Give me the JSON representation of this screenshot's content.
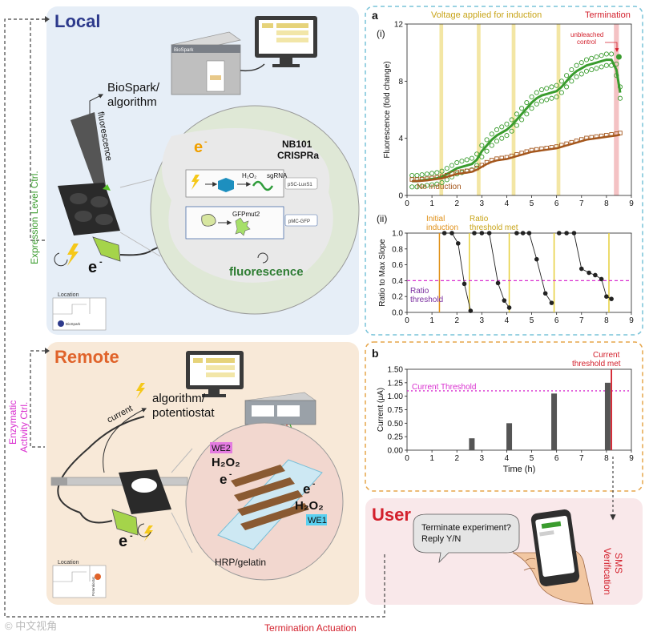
{
  "panels": {
    "local": {
      "title": "Local",
      "biospark_label": "BioSpark",
      "algorithm_label_1": "BioSpark/",
      "algorithm_label_2": "algorithm",
      "fluorescence_label": "fluorescence",
      "electron": "e",
      "strain_1": "NB101",
      "strain_2": "CRISPRa",
      "h2o2": "H₂O₂",
      "sgrna": "sgRNA",
      "plasmid_1": "pSC-LuxS1",
      "gfp": "GFPmut2",
      "plasmid_2": "pMC-GFP",
      "fluorescence_output": "fluorescence",
      "location": "Location",
      "location_tag": "BioSpark"
    },
    "remote": {
      "title": "Remote",
      "current_label": "current",
      "algorithm_label_1": "algorithm/",
      "algorithm_label_2": "potentiostat",
      "we2": "WE2",
      "we1": "WE1",
      "h2o2": "H₂O₂",
      "electron": "e",
      "hrp": "HRP/gelatin",
      "location": "Location",
      "location_tag": "Potentiostat"
    },
    "user": {
      "title": "User",
      "bubble_1": "Terminate experiment?",
      "bubble_2": "Reply Y/N",
      "sms_1": "SMS",
      "sms_2": "Verification"
    }
  },
  "side_labels": {
    "expression": "Expression Level Ctrl.",
    "enzymatic_1": "Enzymatic",
    "enzymatic_2": "Activity Ctrl.",
    "termination": "Termination Actuation"
  },
  "watermark": "© 中文视角",
  "colors": {
    "local_bg": "#e6eef7",
    "remote_bg": "#f8e9d8",
    "user_bg": "#f9e8ea",
    "green": "#3a9c2e",
    "brown": "#a4561c",
    "magenta": "#d92ecf",
    "red": "#d3202c",
    "yellow": "#f3e6a4",
    "pink": "#f4c2c4",
    "accent_blue": "#2d3a8c",
    "accent_orange": "#e0632a"
  },
  "chart_a": {
    "panel_label": "a",
    "sub_i": "(i)",
    "sub_ii": "(ii)",
    "top_note": "Voltage applied for induction",
    "termination": "Termination",
    "unbleached_1": "unbleached",
    "unbleached_2": "control",
    "no_induction": "No induction",
    "initial_1": "Initial",
    "initial_2": "induction",
    "ratio_met_1": "Ratio",
    "ratio_met_2": "threshold met",
    "ratio_thr_1": "Ratio",
    "ratio_thr_2": "threshold"
  },
  "chart_b": {
    "panel_label": "b",
    "current_met_1": "Current",
    "current_met_2": "threshold met",
    "threshold_label": "Current Threshold"
  },
  "chart_data": [
    {
      "type": "line",
      "ylabel": "Fluorescence (fold change)",
      "xlim": [
        0,
        9
      ],
      "ylim": [
        0,
        12
      ],
      "xticks": [
        0,
        1,
        2,
        3,
        4,
        5,
        6,
        7,
        8,
        9
      ],
      "yticks": [
        0,
        4,
        8,
        12
      ],
      "induction_windows": [
        [
          1.3,
          1.45
        ],
        [
          2.8,
          2.95
        ],
        [
          4.2,
          4.35
        ],
        [
          6.0,
          6.15
        ]
      ],
      "termination_window": [
        8.3,
        8.5
      ],
      "series": [
        {
          "name": "",
          "color": "#3a9c2e",
          "x": [
            0.2,
            0.4,
            0.6,
            0.8,
            1.0,
            1.2,
            1.4,
            1.6,
            1.8,
            2.0,
            2.2,
            2.4,
            2.6,
            2.8,
            3.0,
            3.2,
            3.4,
            3.6,
            3.8,
            4.0,
            4.2,
            4.4,
            4.6,
            4.8,
            5.0,
            5.2,
            5.4,
            5.6,
            5.8,
            6.0,
            6.2,
            6.4,
            6.6,
            6.8,
            7.0,
            7.2,
            7.4,
            7.6,
            7.8,
            8.0,
            8.2,
            8.4,
            8.55
          ],
          "y": [
            1.0,
            1.0,
            1.05,
            1.1,
            1.15,
            1.2,
            1.3,
            1.5,
            1.7,
            1.9,
            2.0,
            2.1,
            2.2,
            2.5,
            3.1,
            3.5,
            3.9,
            4.2,
            4.4,
            4.6,
            4.9,
            5.3,
            5.7,
            6.1,
            6.5,
            6.8,
            7.0,
            7.1,
            7.2,
            7.3,
            7.6,
            8.0,
            8.4,
            8.7,
            8.9,
            9.1,
            9.2,
            9.3,
            9.4,
            9.5,
            9.5,
            8.8,
            7.2
          ]
        },
        {
          "name": "",
          "color": "#a4561c",
          "x": [
            0.2,
            0.4,
            0.6,
            0.8,
            1.0,
            1.2,
            1.4,
            1.6,
            1.8,
            2.0,
            2.2,
            2.4,
            2.6,
            2.8,
            3.0,
            3.2,
            3.4,
            3.6,
            3.8,
            4.0,
            4.2,
            4.4,
            4.6,
            4.8,
            5.0,
            5.2,
            5.4,
            5.6,
            5.8,
            6.0,
            6.2,
            6.4,
            6.6,
            6.8,
            7.0,
            7.2,
            7.4,
            7.6,
            7.8,
            8.0,
            8.2,
            8.4,
            8.55
          ],
          "y": [
            1.0,
            1.0,
            1.02,
            1.05,
            1.1,
            1.15,
            1.2,
            1.3,
            1.4,
            1.5,
            1.55,
            1.6,
            1.65,
            1.8,
            2.0,
            2.2,
            2.35,
            2.45,
            2.5,
            2.55,
            2.65,
            2.75,
            2.85,
            2.95,
            3.05,
            3.1,
            3.15,
            3.2,
            3.25,
            3.3,
            3.4,
            3.5,
            3.6,
            3.7,
            3.8,
            3.9,
            3.95,
            4.0,
            4.05,
            4.1,
            4.15,
            4.2,
            4.25
          ]
        }
      ],
      "unbleached_point": [
        8.5,
        9.7
      ]
    },
    {
      "type": "line",
      "ylabel": "Ratio to Max Slope",
      "xlim": [
        0,
        9
      ],
      "ylim": [
        0,
        1.0
      ],
      "xticks": [
        0,
        1,
        2,
        3,
        4,
        5,
        6,
        7,
        8,
        9
      ],
      "yticks": [
        0,
        0.2,
        0.4,
        0.6,
        0.8,
        1.0
      ],
      "ratio_threshold": 0.4,
      "initial_induction_x": 1.3,
      "threshold_met_x": [
        2.5,
        4.1,
        5.9,
        8.1
      ],
      "segments": [
        {
          "x": [
            1.5,
            1.8,
            2.05,
            2.3,
            2.55
          ],
          "y": [
            1.0,
            1.0,
            0.87,
            0.36,
            0.02
          ]
        },
        {
          "x": [
            2.7,
            3.0,
            3.3,
            3.65,
            3.9,
            4.1
          ],
          "y": [
            1.0,
            1.0,
            1.0,
            0.37,
            0.15,
            0.06
          ]
        },
        {
          "x": [
            4.4,
            4.65,
            4.9,
            5.2,
            5.55,
            5.8
          ],
          "y": [
            1.0,
            1.0,
            1.0,
            0.67,
            0.24,
            0.12
          ]
        },
        {
          "x": [
            6.1,
            6.4,
            6.7,
            7.0,
            7.3,
            7.55,
            7.8,
            8.0,
            8.2
          ],
          "y": [
            1.0,
            1.0,
            1.0,
            0.55,
            0.5,
            0.47,
            0.42,
            0.2,
            0.17
          ]
        }
      ]
    },
    {
      "type": "bar",
      "xlabel": "Time (h)",
      "ylabel": "Current (μA)",
      "xlim": [
        0,
        9
      ],
      "ylim": [
        0,
        1.5
      ],
      "xticks": [
        0,
        1,
        2,
        3,
        4,
        5,
        6,
        7,
        8,
        9
      ],
      "yticks": [
        0.0,
        0.25,
        0.5,
        0.75,
        1.0,
        1.25,
        1.5
      ],
      "current_threshold": 1.1,
      "threshold_met_x": 8.2,
      "bars": {
        "x": [
          2.6,
          4.1,
          5.9,
          8.05
        ],
        "y": [
          0.22,
          0.5,
          1.05,
          1.25
        ]
      }
    }
  ]
}
